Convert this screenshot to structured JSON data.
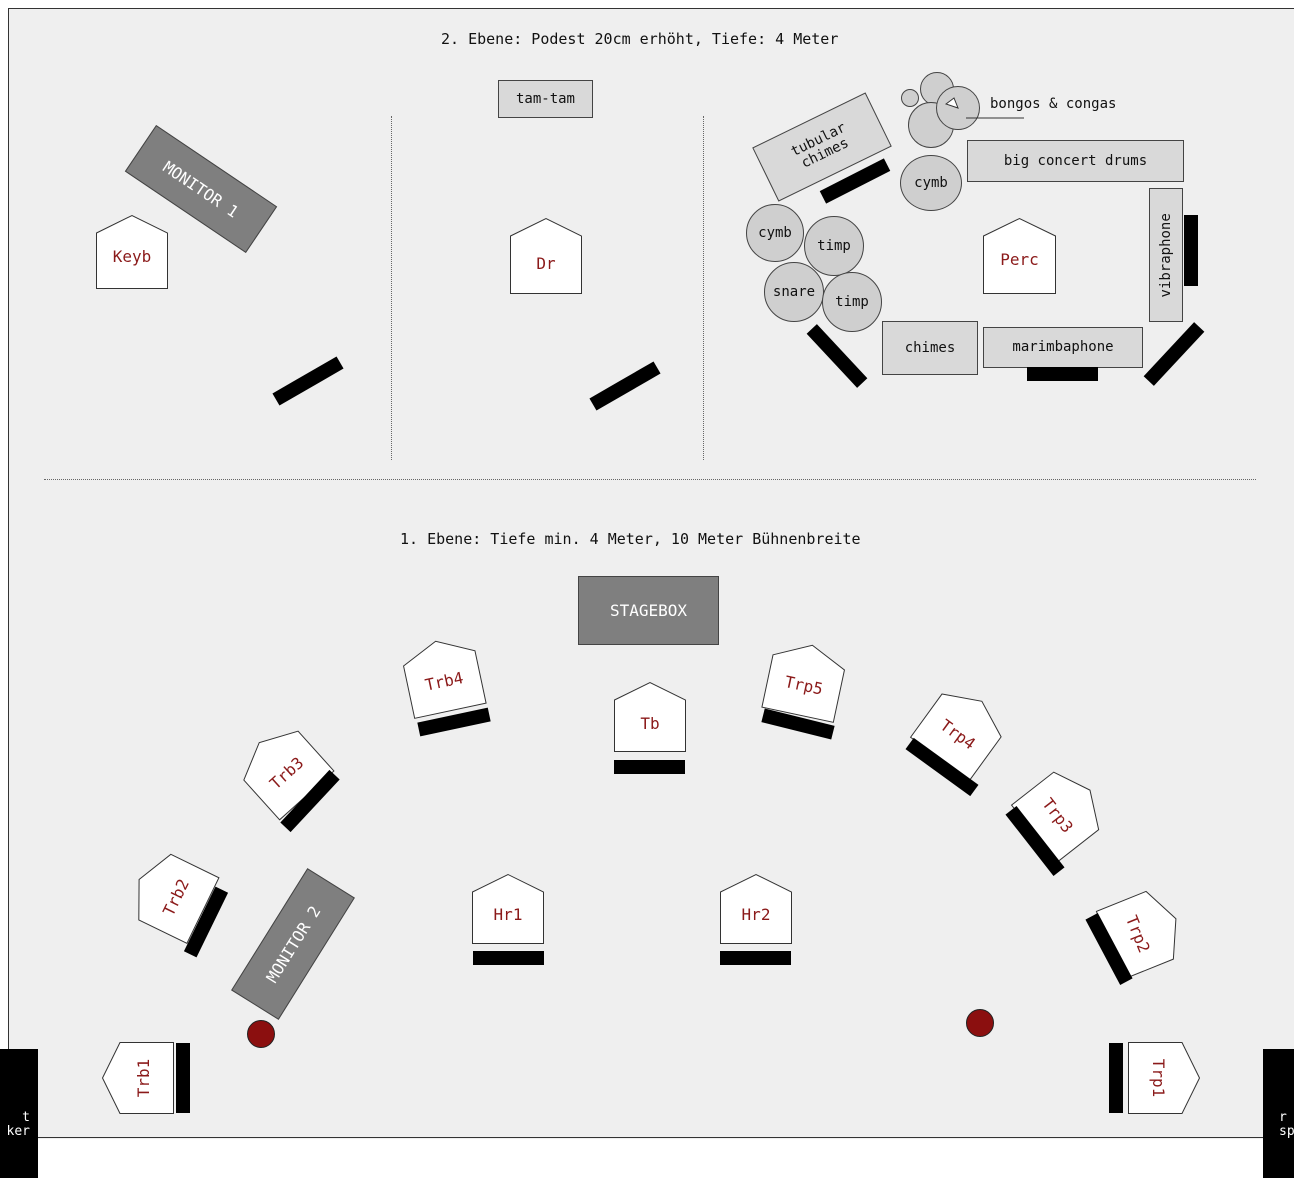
{
  "level2": {
    "title": "2. Ebene: Podest 20cm erhöht, Tiefe: 4 Meter"
  },
  "level1": {
    "title": "1. Ebene: Tiefe min. 4 Meter, 10 Meter Bühnenbreite"
  },
  "monitors": {
    "m1": "MONITOR 1",
    "m2": "MONITOR 2",
    "stagebox": "STAGEBOX"
  },
  "instruments": {
    "tamtam": "tam-tam",
    "tubular": "tubular\nchimes",
    "bongos": "bongos & congas",
    "bigdrums": "big concert drums",
    "vibraphone": "vibraphone",
    "chimes": "chimes",
    "marimba": "marimbaphone",
    "cymb1": "cymb",
    "cymb2": "cymb",
    "timp1": "timp",
    "timp2": "timp",
    "snare": "snare"
  },
  "musicians": {
    "keyb": "Keyb",
    "dr": "Dr",
    "perc": "Perc",
    "trb1": "Trb1",
    "trb2": "Trb2",
    "trb3": "Trb3",
    "trb4": "Trb4",
    "tb": "Tb",
    "hr1": "Hr1",
    "hr2": "Hr2",
    "trp1": "Trp1",
    "trp2": "Trp2",
    "trp3": "Trp3",
    "trp4": "Trp4",
    "trp5": "Trp5"
  },
  "speakers": {
    "left": "t\nker",
    "right": "r\nsp"
  },
  "colors": {
    "stage": "#efefef",
    "monitor": "#7f7f7f",
    "label": "#8b1a1a",
    "dot": "#8b0f0f"
  }
}
